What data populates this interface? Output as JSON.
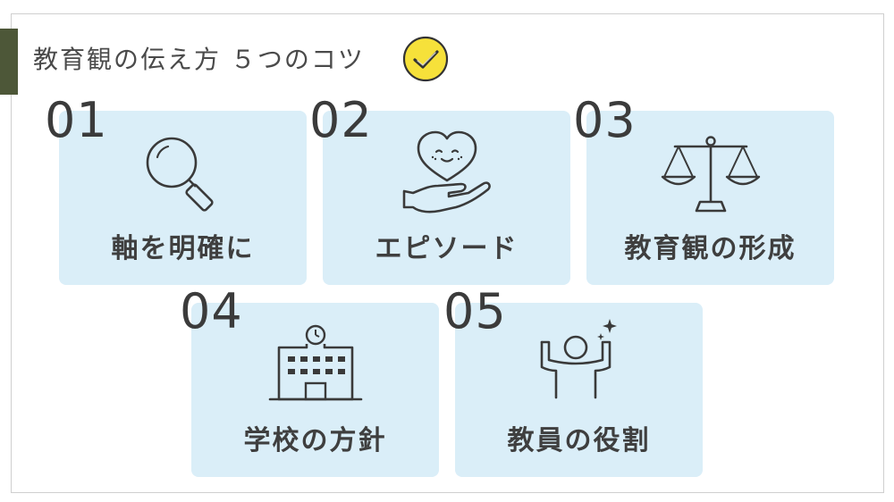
{
  "slide": {
    "title": "教育観の伝え方 ５つのコツ",
    "colors": {
      "accent_bar": "#4d5738",
      "card_bg": "#daeef8",
      "check_badge": "#f6e13a",
      "text": "#3f3f3f"
    }
  },
  "cards": [
    {
      "number": "01",
      "label": "軸を明確に",
      "icon": "magnifier-icon"
    },
    {
      "number": "02",
      "label": "エピソード",
      "icon": "heart-in-hand-icon"
    },
    {
      "number": "03",
      "label": "教育観の形成",
      "icon": "balance-scale-icon"
    },
    {
      "number": "04",
      "label": "学校の方針",
      "icon": "school-building-icon"
    },
    {
      "number": "05",
      "label": "教員の役割",
      "icon": "strong-person-icon"
    }
  ]
}
